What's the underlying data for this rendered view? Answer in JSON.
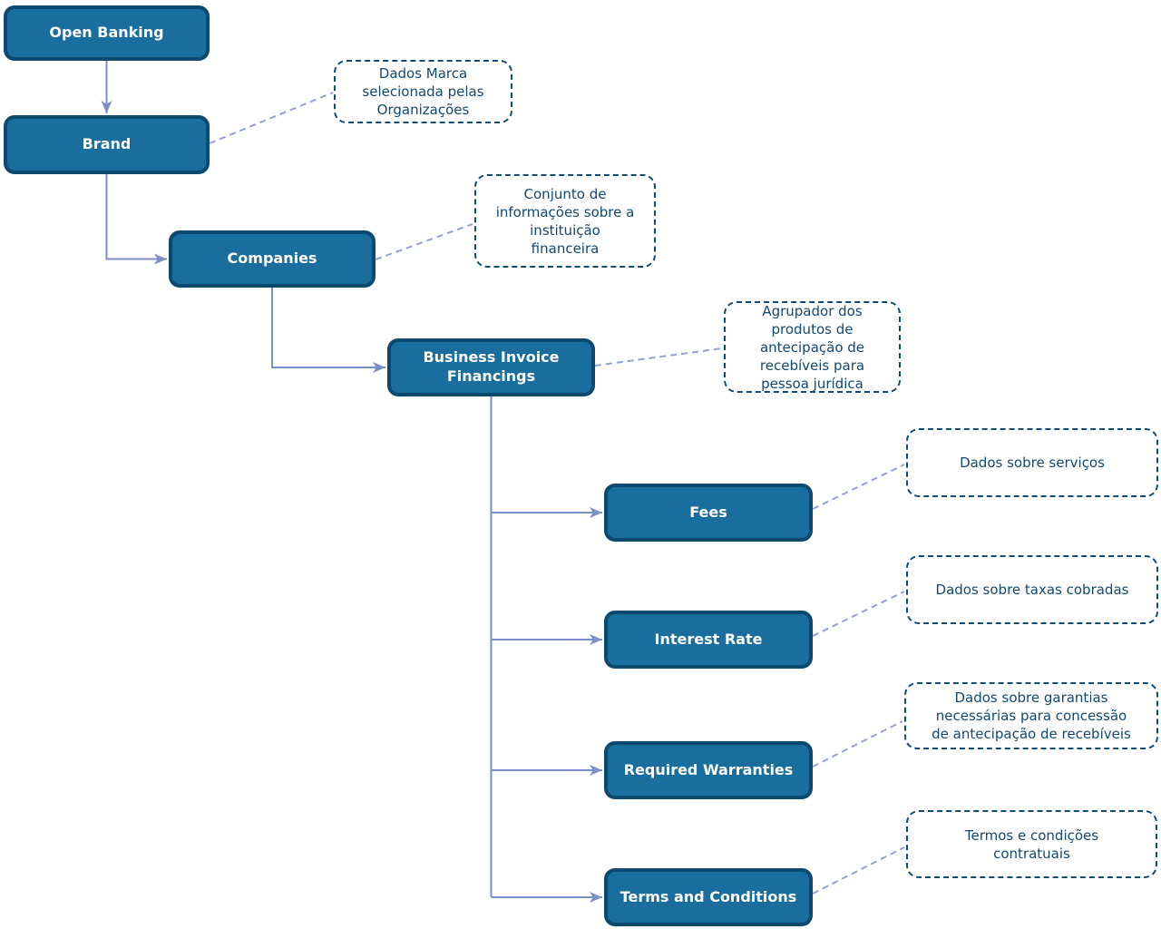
{
  "colors": {
    "background": "#FFFFFF",
    "node_fill": "#1A6E9E",
    "node_border": "#0B4A6E",
    "node_text": "#FFFFFF",
    "note_border": "#0E4C75",
    "note_text": "#12496F",
    "connector": "#7B8EC5",
    "note_connector": "#92A2D4"
  },
  "nodes": {
    "open_banking": {
      "label": "Open Banking"
    },
    "brand": {
      "label": "Brand"
    },
    "companies": {
      "label": "Companies"
    },
    "business_invoice_financings": {
      "label": "Business Invoice Financings"
    },
    "fees": {
      "label": "Fees"
    },
    "interest_rate": {
      "label": "Interest Rate"
    },
    "required_warranties": {
      "label": "Required Warranties"
    },
    "terms_and_conditions": {
      "label": "Terms and Conditions"
    }
  },
  "notes": {
    "brand": {
      "text": "Dados Marca\nselecionada pelas\nOrganizações"
    },
    "companies": {
      "text": "Conjunto de\ninformações sobre a\ninstituição\nfinanceira"
    },
    "business_invoice_financings": {
      "text": "Agrupador dos\nprodutos de\nantecipação de\nrecebíveis para\npessoa jurídica"
    },
    "fees": {
      "text": "Dados sobre serviços"
    },
    "interest_rate": {
      "text": "Dados sobre taxas cobradas"
    },
    "required_warranties": {
      "text": "Dados sobre garantias\nnecessárias para concessão\nde antecipação de recebíveis"
    },
    "terms_and_conditions": {
      "text": "Termos e condições\ncontratuais"
    }
  }
}
